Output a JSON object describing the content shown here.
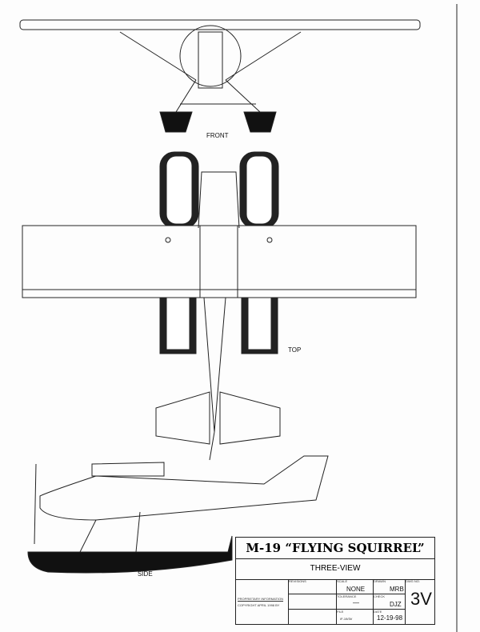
{
  "views": {
    "front": "FRONT",
    "top": "TOP",
    "side": "SIDE"
  },
  "title_block": {
    "title": "M-19 “FLYING SQUIRREL”",
    "subtitle": "THREE-VIEW",
    "proprietary": "PROPRIETARY INFORMATION",
    "copyright": "COPYRIGHT APRIL 1998 BY",
    "revisions_label": "REVISIONS",
    "scale_label": "SCALE",
    "scale": "NONE",
    "drawn_label": "DRAWN",
    "drawn": "MRB",
    "tolerance_label": "TOLERANCE",
    "tolerance": "—",
    "check_label": "CHECK",
    "check": "DJZ",
    "file_label": "FILE",
    "file": "/F-19/3V",
    "date_label": "DATE",
    "date": "12-19-98",
    "dwg_label": "DWG NO.",
    "dwg": "3V"
  }
}
